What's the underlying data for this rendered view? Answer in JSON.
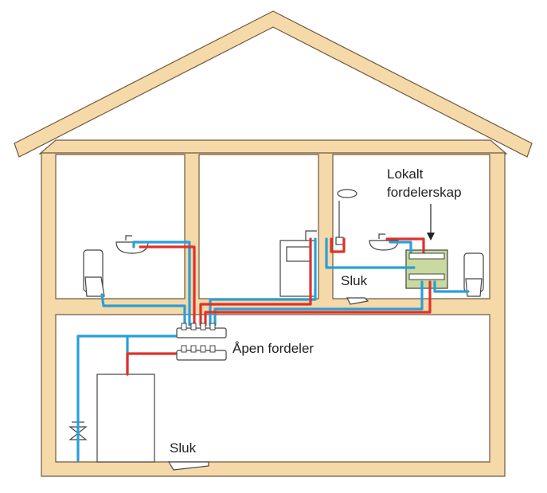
{
  "labels": {
    "local_cabinet_line1": "Lokalt",
    "local_cabinet_line2": "fordelerskap",
    "open_manifold": "Åpen fordeler",
    "drain_upper": "Sluk",
    "drain_lower": "Sluk"
  },
  "colors": {
    "frame": "#f5d9a8",
    "frame_stroke": "#6f5a40",
    "hot_pipe": "#e0312c",
    "cold_pipe": "#2a9fd8",
    "cabinet": "#c9d9a0",
    "fixture": "#ffffff"
  }
}
